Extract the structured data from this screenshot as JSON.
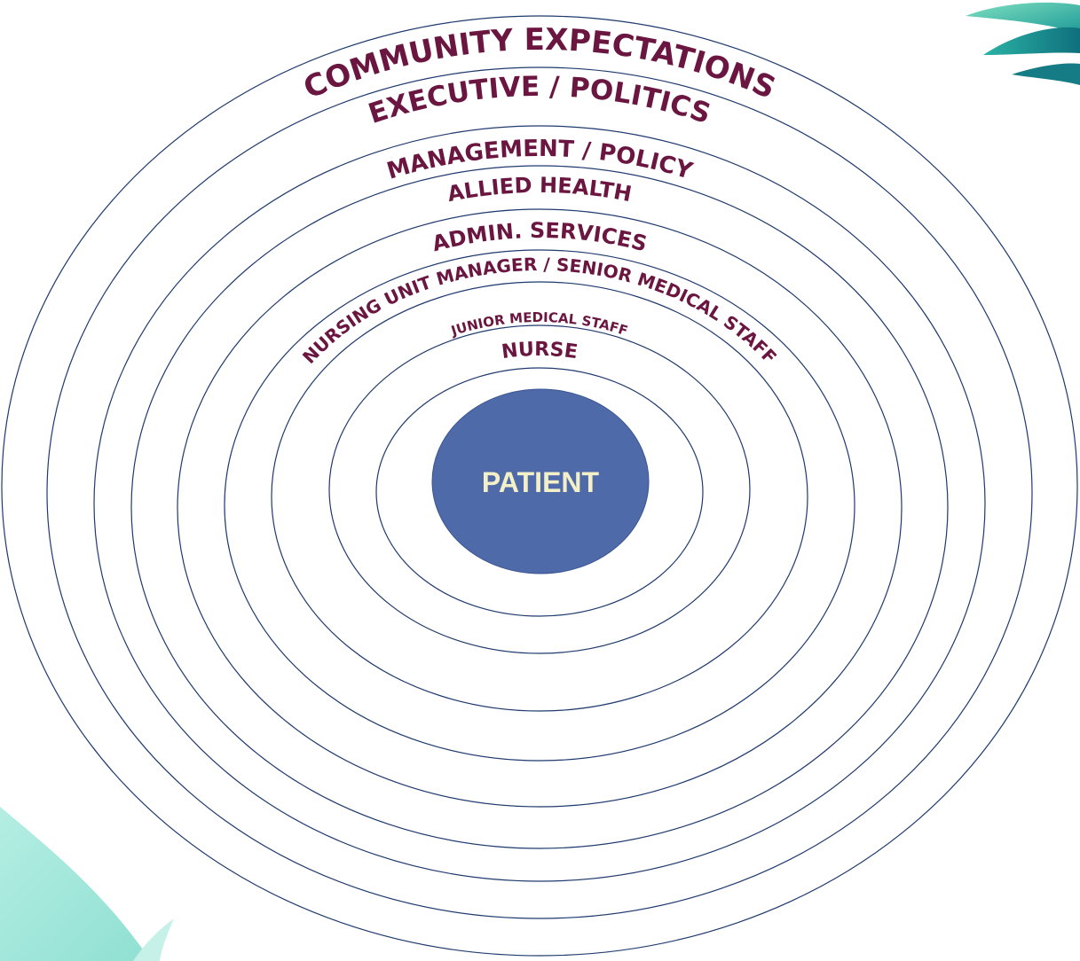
{
  "rings": [
    {
      "label": "COMMUNITY EXPECTATIONS"
    },
    {
      "label": "EXECUTIVE / POLITICS"
    },
    {
      "label": "MANAGEMENT / POLICY"
    },
    {
      "label": "ALLIED HEALTH"
    },
    {
      "label": "ADMIN. SERVICES"
    },
    {
      "label": "NURSING UNIT MANAGER / SENIOR MEDICAL STAFF"
    },
    {
      "label": "JUNIOR MEDICAL STAFF"
    },
    {
      "label": "NURSE"
    }
  ],
  "center": {
    "label": "PATIENT"
  },
  "colors": {
    "ring_stroke": "#1f3a6e",
    "label_text": "#6b1640",
    "center_fill": "#4e6aa8",
    "center_text": "#f3f0c8",
    "logo_teal": "#2aa8a0",
    "logo_green": "#6fd0b3",
    "background_wave": "#a8e8dc"
  },
  "decorations": {
    "top_right": "teal-leaf-logo",
    "bottom_left": "teal-wave"
  }
}
